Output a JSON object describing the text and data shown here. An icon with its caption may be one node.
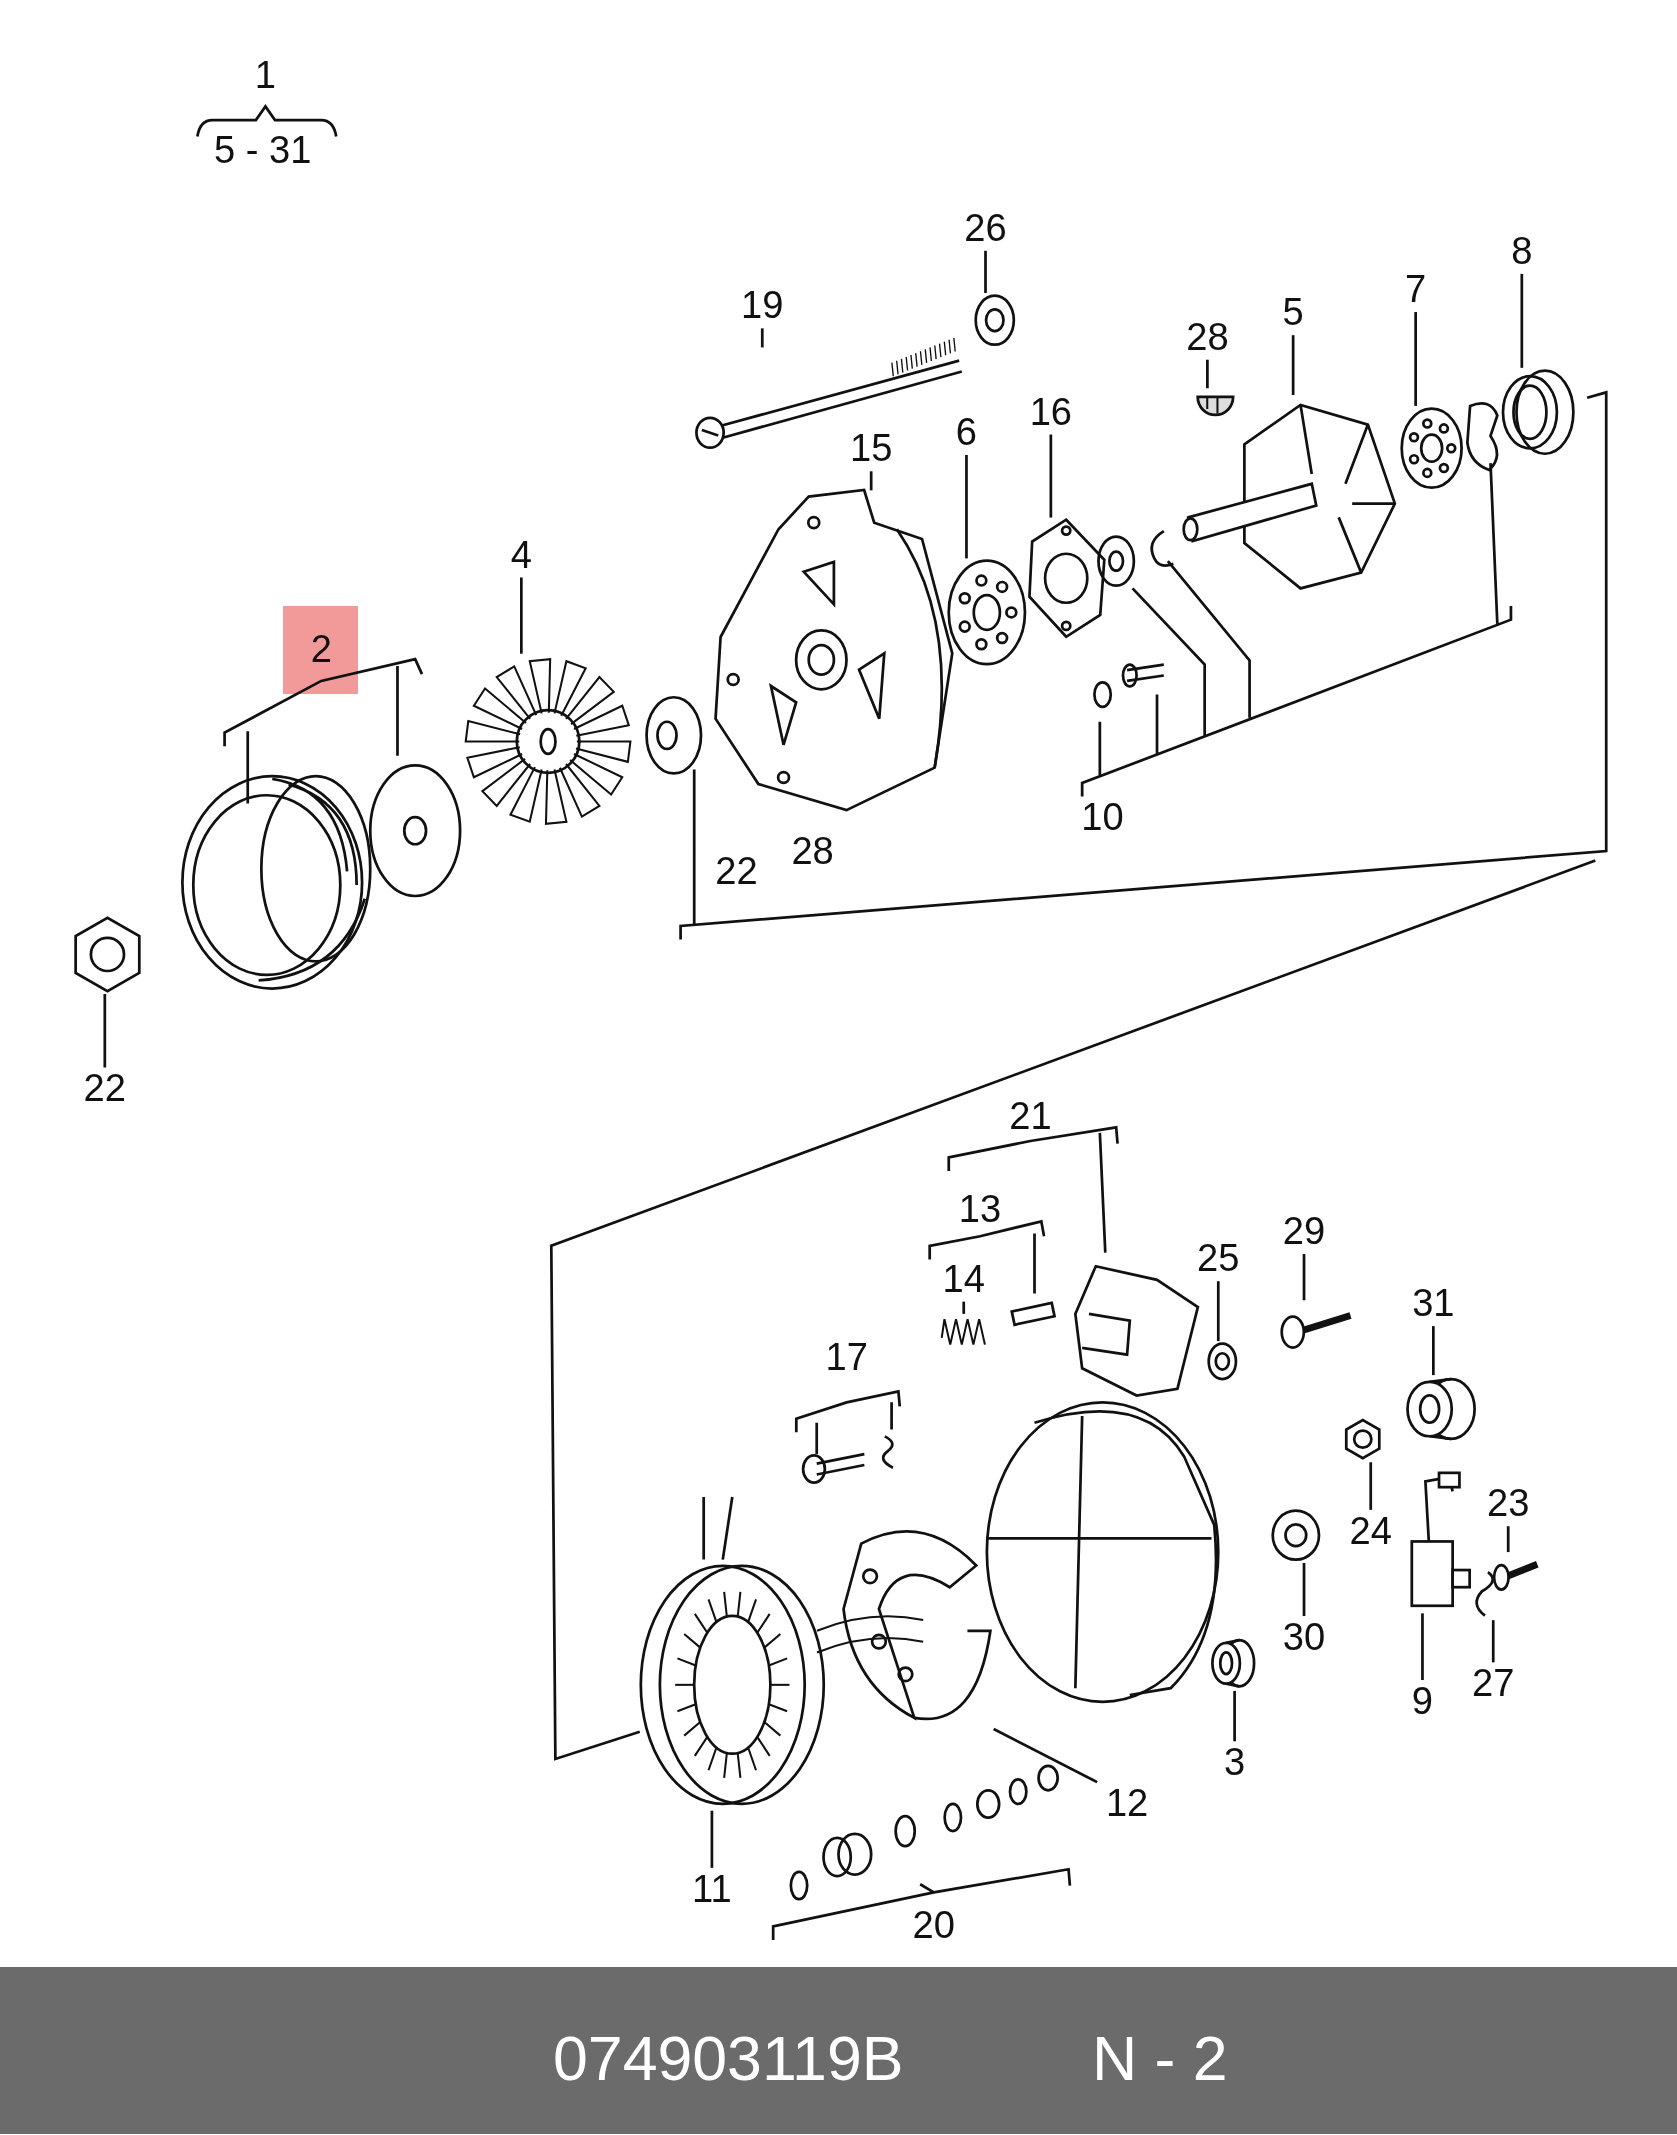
{
  "diagram": {
    "nodes": [
      {
        "text": [
          "26"
        ]
      },
      {
        "text": [],
        "shape": "picture"
      },
      {
        "text": [
          "8"
        ]
      },
      {
        "text": [],
        "shape": "picture"
      },
      {
        "text": [
          "7"
        ]
      },
      {
        "text": [],
        "shape": "picture"
      },
      {
        "text": [
          "19"
        ]
      },
      {
        "text": [],
        "shape": "picture"
      },
      {
        "text": [
          "5"
        ]
      },
      {
        "text": [],
        "shape": "picture"
      },
      {
        "text": [
          "28"
        ]
      },
      {
        "text": [],
        "shape": "picture"
      },
      {
        "text": [
          "16"
        ]
      },
      {
        "text": [],
        "shape": "picture"
      },
      {
        "text": [
          "6"
        ]
      },
      {
        "text": [],
        "shape": "picture"
      },
      {
        "text": [
          "15"
        ]
      },
      {
        "text": [],
        "shape": "picture"
      },
      {
        "text": [
          "4"
        ]
      },
      {
        "text": [],
        "shape": "picture"
      },
      {
        "text": [
          "22"
        ]
      },
      {
        "text": [],
        "shape": "picture"
      },
      {
        "text": [
          "29"
        ]
      },
      {
        "text": [],
        "shape": "picture"
      },
      {
        "text": [
          "25"
        ]
      },
      {
        "text": [],
        "shape": "picture"
      },
      {
        "text": [
          "14"
        ]
      },
      {
        "text": [],
        "shape": "picture"
      },
      {
        "text": [
          "31"
        ]
      },
      {
        "text": [],
        "shape": "picture"
      },
      {
        "text": [
          "23"
        ]
      },
      {
        "text": [],
        "shape": "picture"
      },
      {
        "text": [
          "24"
        ]
      },
      {
        "text": [],
        "shape": "picture"
      },
      {
        "text": [
          "30"
        ]
      },
      {
        "text": [],
        "shape": "picture"
      },
      {
        "text": [
          "27"
        ]
      },
      {
        "text": [],
        "shape": "picture"
      },
      {
        "text": [
          "9"
        ]
      },
      {
        "text": [],
        "shape": "picture"
      },
      {
        "text": [
          "3"
        ]
      },
      {
        "text": [],
        "shape": "picture"
      },
      {
        "text": [
          "12"
        ]
      },
      {
        "text": [],
        "shape": "picture"
      },
      {
        "text": [
          "11"
        ]
      },
      {
        "text": [],
        "shape": "picture"
      }
    ],
    "edges": [
      {
        "from": 0,
        "to": 1,
        "arrow": "none"
      },
      {
        "from": 2,
        "to": 3,
        "arrow": "none"
      },
      {
        "from": 4,
        "to": 5,
        "arrow": "none"
      },
      {
        "from": 6,
        "to": 7,
        "arrow": "none"
      },
      {
        "from": 8,
        "to": 9,
        "arrow": "none"
      },
      {
        "from": 10,
        "to": 11,
        "arrow": "none"
      },
      {
        "from": 12,
        "to": 13,
        "arrow": "none"
      },
      {
        "from": 14,
        "to": 15,
        "arrow": "none"
      },
      {
        "from": 16,
        "to": 17,
        "arrow": "none"
      },
      {
        "from": 18,
        "to": 19,
        "arrow": "none"
      },
      {
        "from": 20,
        "to": 21,
        "arrow": "none"
      },
      {
        "from": 22,
        "to": 23,
        "arrow": "none"
      },
      {
        "from": 24,
        "to": 25,
        "arrow": "none"
      },
      {
        "from": 26,
        "to": 27,
        "arrow": "none"
      },
      {
        "from": 28,
        "to": 29,
        "arrow": "none"
      },
      {
        "from": 30,
        "to": 31,
        "arrow": "none"
      },
      {
        "from": 32,
        "to": 33,
        "arrow": "none"
      },
      {
        "from": 34,
        "to": 35,
        "arrow": "none"
      },
      {
        "from": 36,
        "to": 37,
        "arrow": "none"
      },
      {
        "from": 38,
        "to": 39,
        "arrow": "none"
      },
      {
        "from": 40,
        "to": 41,
        "arrow": "none"
      },
      {
        "from": 42,
        "to": 43,
        "arrow": "none"
      },
      {
        "from": 44,
        "to": 45,
        "arrow": "none"
      }
    ],
    "labels": [
      "1",
      "5 - 31",
      "2",
      "22",
      "28",
      "10",
      "21",
      "13",
      "17",
      "20",
      "074903119B",
      "N - 2"
    ]
  }
}
